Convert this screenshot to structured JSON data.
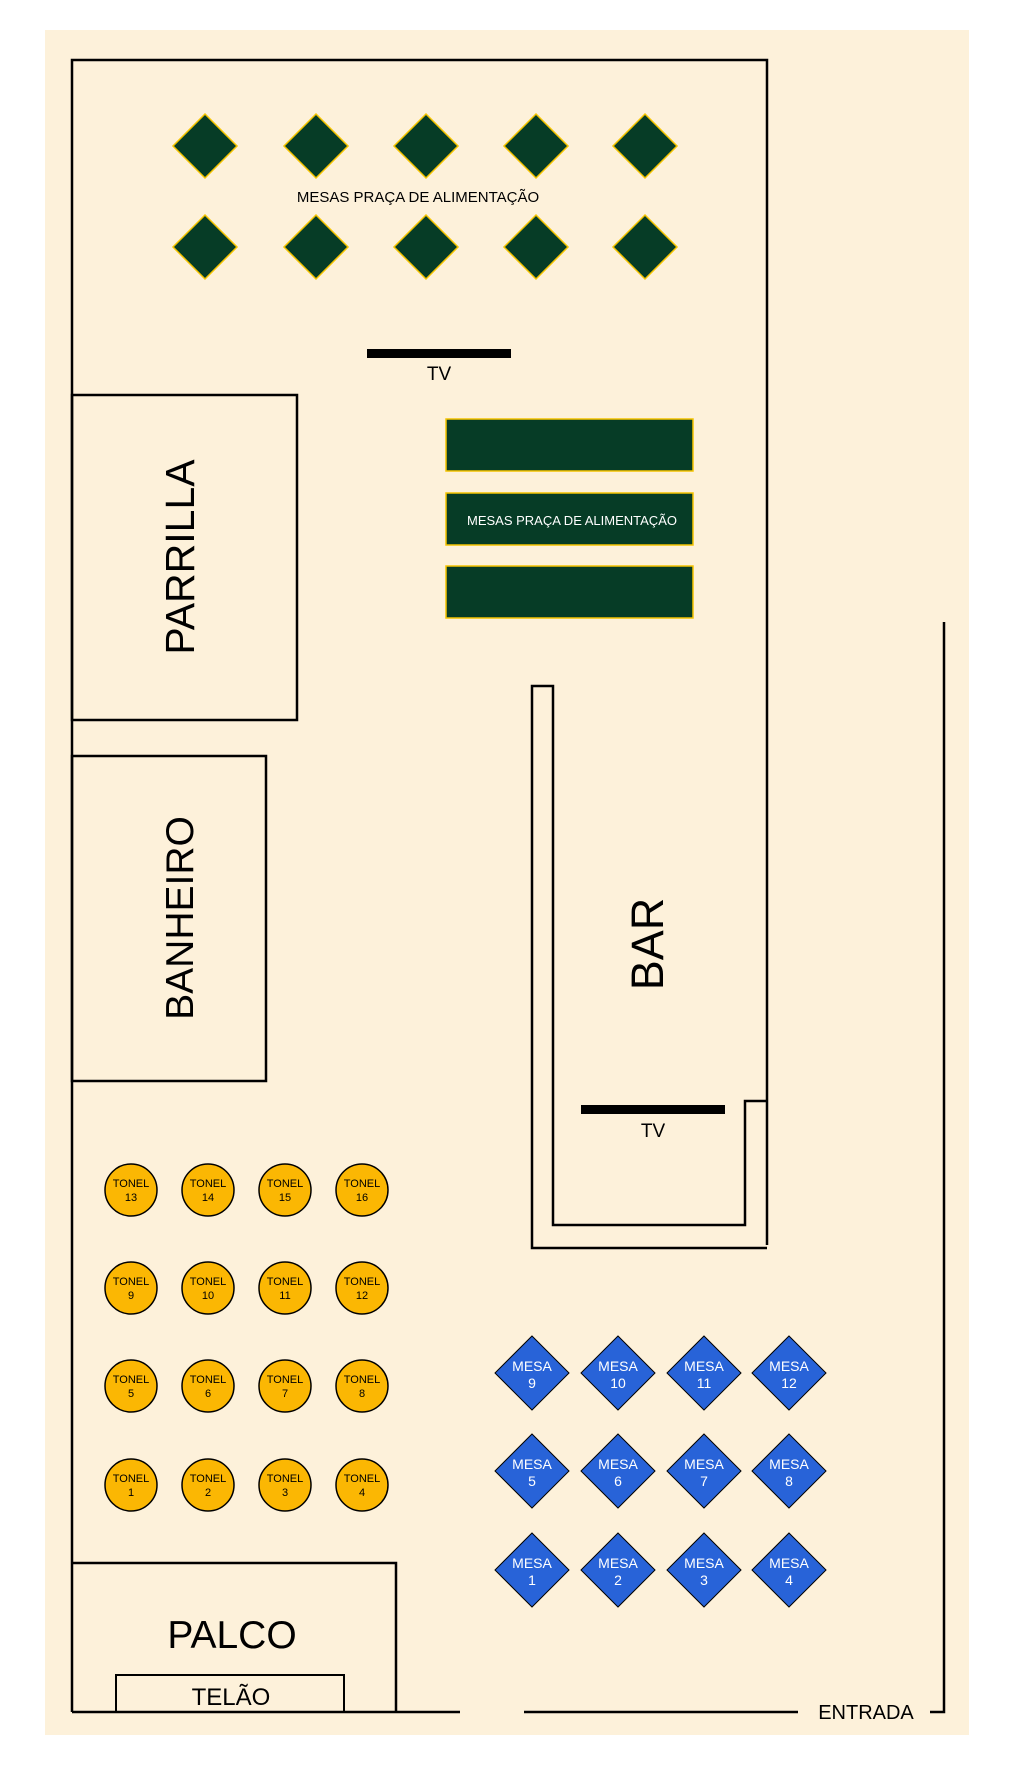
{
  "colors": {
    "background": "#fdf1da",
    "wall": "#000000",
    "food_table_fill": "#063c26",
    "food_table_stroke": "#f5c400",
    "tonel_fill": "#fbb703",
    "mesa_fill": "#2863d8",
    "mesa_text": "#ffffff",
    "food_bar_text": "#ffffff"
  },
  "labels": {
    "food_area_top": "MESAS PRAÇA DE ALIMENTAÇÃO",
    "food_area_middle": "MESAS PRAÇA DE ALIMENTAÇÃO",
    "tv_top": "TV",
    "tv_bar": "TV",
    "parrilla": "PARRILLA",
    "banheiro": "BANHEIRO",
    "bar": "BAR",
    "palco": "PALCO",
    "telao": "TELÃO",
    "entrada": "ENTRADA"
  },
  "tonel_label": "TONEL",
  "toneis": [
    "13",
    "14",
    "15",
    "16",
    "9",
    "10",
    "11",
    "12",
    "5",
    "6",
    "7",
    "8",
    "1",
    "2",
    "3",
    "4"
  ],
  "mesa_label": "MESA",
  "mesas": [
    "9",
    "10",
    "11",
    "12",
    "5",
    "6",
    "7",
    "8",
    "1",
    "2",
    "3",
    "4"
  ],
  "food_tables_count": 10
}
